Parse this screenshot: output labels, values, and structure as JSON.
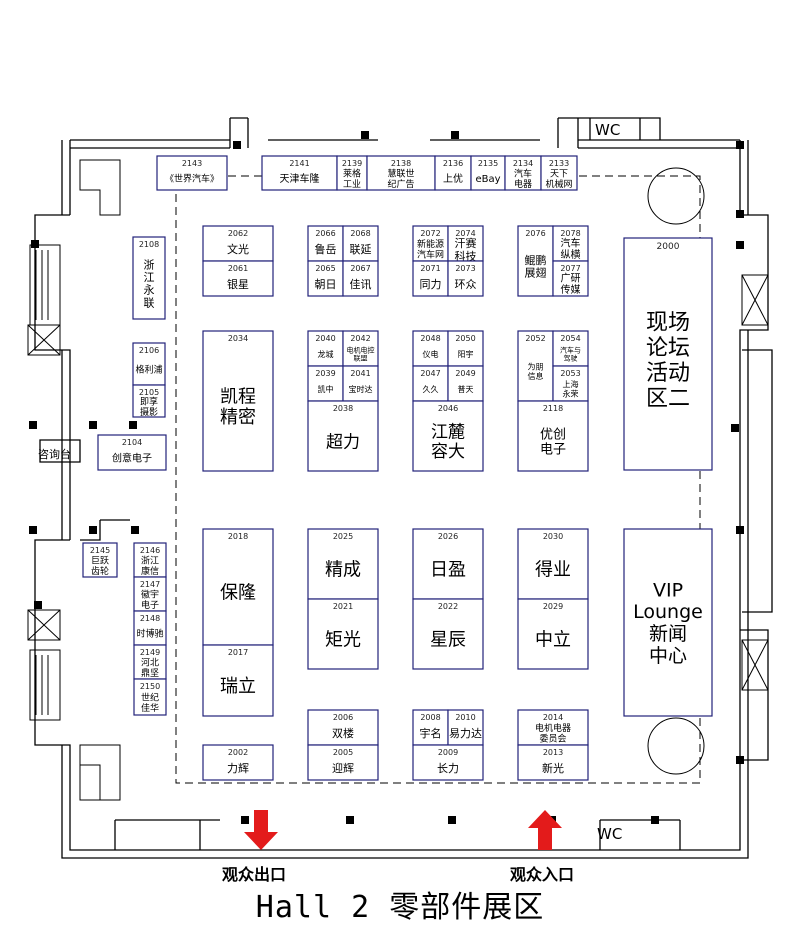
{
  "title": "Hall 2  零部件展区",
  "exit_label": "观众出口",
  "entrance_label": "观众入口",
  "wc": "WC",
  "info_desk": "咨询台",
  "colors": {
    "booth": "#22227a",
    "wall": "#000000",
    "arrow": "#e31b1b"
  },
  "booths": [
    {
      "num": "2143",
      "name": "《世界汽车》"
    },
    {
      "num": "2141",
      "name": "天津车隆"
    },
    {
      "num": "2139",
      "name": "莱格\n工业"
    },
    {
      "num": "2138",
      "name": "慧联世\n纪广告"
    },
    {
      "num": "2136",
      "name": "上优"
    },
    {
      "num": "2135",
      "name": "eBay"
    },
    {
      "num": "2134",
      "name": "汽车\n电器"
    },
    {
      "num": "2133",
      "name": "天下\n机械网"
    },
    {
      "num": "2108",
      "name": "浙\n江\n永\n联"
    },
    {
      "num": "2106",
      "name": "格利浦"
    },
    {
      "num": "2105",
      "name": "即享\n摄影"
    },
    {
      "num": "2104",
      "name": "创意电子"
    },
    {
      "num": "2062",
      "name": "文光"
    },
    {
      "num": "2061",
      "name": "银星"
    },
    {
      "num": "2066",
      "name": "鲁岳"
    },
    {
      "num": "2068",
      "name": "联延"
    },
    {
      "num": "2065",
      "name": "朝日"
    },
    {
      "num": "2067",
      "name": "佳讯"
    },
    {
      "num": "2072",
      "name": "新能源\n汽车网"
    },
    {
      "num": "2074",
      "name": "汗赛\n科技"
    },
    {
      "num": "2071",
      "name": "同力"
    },
    {
      "num": "2073",
      "name": "环众"
    },
    {
      "num": "2076",
      "name": "鲲鹏\n展翅"
    },
    {
      "num": "2078",
      "name": "汽车\n纵横"
    },
    {
      "num": "2077",
      "name": "广研\n传媒"
    },
    {
      "num": "2000",
      "name": "现场\n论坛\n活动\n区二"
    },
    {
      "num": "2034",
      "name": "凯程\n精密"
    },
    {
      "num": "2040",
      "name": "龙城"
    },
    {
      "num": "2042",
      "name": "电机电控\n联盟"
    },
    {
      "num": "2039",
      "name": "凯中"
    },
    {
      "num": "2041",
      "name": "宝时达"
    },
    {
      "num": "2038",
      "name": "超力"
    },
    {
      "num": "2048",
      "name": "仪电"
    },
    {
      "num": "2050",
      "name": "阳宇"
    },
    {
      "num": "2047",
      "name": "久久"
    },
    {
      "num": "2049",
      "name": "普天"
    },
    {
      "num": "2046",
      "name": "江麓\n容大"
    },
    {
      "num": "2052",
      "name": "为朋\n信息"
    },
    {
      "num": "2054",
      "name": "汽车与\n驾驶"
    },
    {
      "num": "2053",
      "name": "上海\n永荣"
    },
    {
      "num": "2118",
      "name": "优创\n电子"
    },
    {
      "num": "2018",
      "name": "保隆"
    },
    {
      "num": "2017",
      "name": "瑞立"
    },
    {
      "num": "2025",
      "name": "精成"
    },
    {
      "num": "2021",
      "name": "矩光"
    },
    {
      "num": "2026",
      "name": "日盈"
    },
    {
      "num": "2022",
      "name": "星辰"
    },
    {
      "num": "2030",
      "name": "得业"
    },
    {
      "num": "2029",
      "name": "中立"
    },
    {
      "num": "",
      "name": "VIP\nLounge\n新闻\n中心"
    },
    {
      "num": "2145",
      "name": "巨跃\n齿轮"
    },
    {
      "num": "2146",
      "name": "浙江\n康信"
    },
    {
      "num": "2147",
      "name": "徽宇\n电子"
    },
    {
      "num": "2148",
      "name": "时博驰"
    },
    {
      "num": "2149",
      "name": "河北\n鼎坚"
    },
    {
      "num": "2150",
      "name": "世纪\n佳华"
    },
    {
      "num": "2002",
      "name": "力辉"
    },
    {
      "num": "2006",
      "name": "双楼"
    },
    {
      "num": "2005",
      "name": "迎辉"
    },
    {
      "num": "2008",
      "name": "宇名"
    },
    {
      "num": "2010",
      "name": "易力达"
    },
    {
      "num": "2009",
      "name": "长力"
    },
    {
      "num": "2014",
      "name": "电机电器\n委员会"
    },
    {
      "num": "2013",
      "name": "新光"
    }
  ]
}
